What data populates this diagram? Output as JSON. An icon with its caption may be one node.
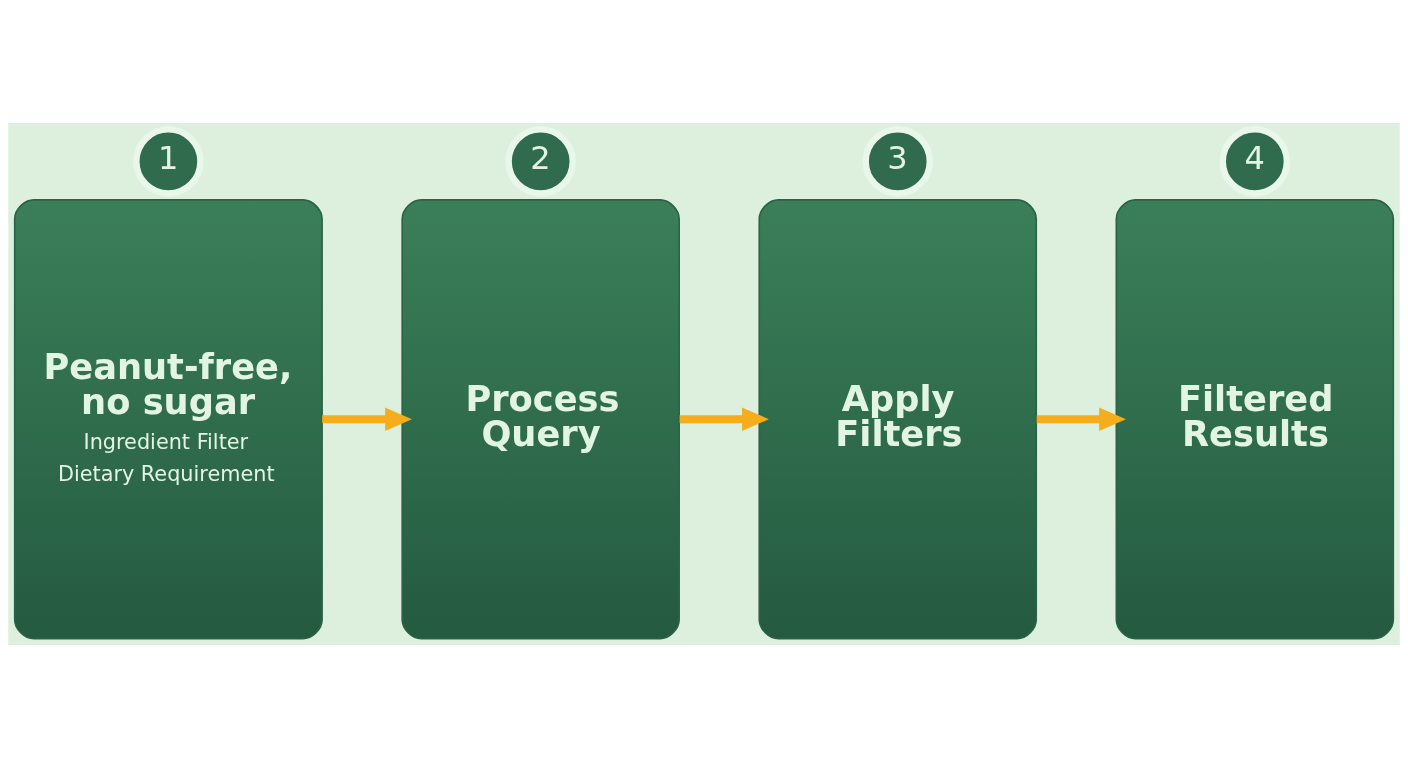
{
  "diagram": {
    "nodes": [
      {
        "text": [
          "1"
        ]
      },
      {
        "text": [
          "Peanut-free, no sugar",
          "Ingredient Filter",
          "Dietary Requirement"
        ]
      },
      {
        "text": [
          "2"
        ]
      },
      {
        "text": [
          "Process Query"
        ]
      },
      {
        "text": [
          "3"
        ]
      },
      {
        "text": [
          "Apply Filters"
        ]
      },
      {
        "text": [
          "4"
        ]
      },
      {
        "text": [
          "Filtered Results"
        ]
      }
    ],
    "edges": [
      {
        "from": 1,
        "to": 3,
        "arrow": "to"
      },
      {
        "from": 3,
        "to": 5,
        "arrow": "to"
      },
      {
        "from": 5,
        "to": 7,
        "arrow": "to"
      }
    ]
  }
}
